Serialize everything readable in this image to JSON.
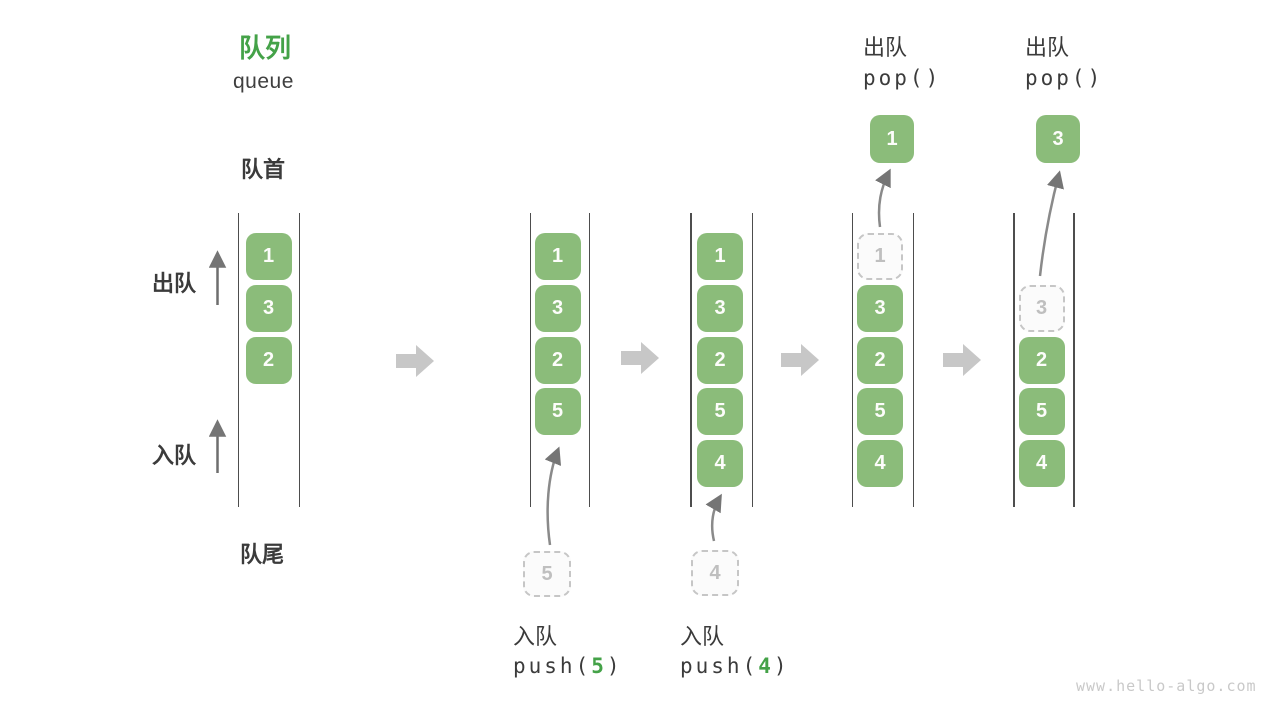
{
  "header": {
    "title_zh": "队列",
    "title_en": "queue"
  },
  "side_labels": {
    "front": "队首",
    "rear": "队尾",
    "dequeue": "出队",
    "enqueue": "入队"
  },
  "watermark": "www.hello-algo.com",
  "colors": {
    "accent_green": "#44a248",
    "box_green": "#8bbc7a",
    "dashed_gray": "#c6c6c6",
    "text_dark": "#3b3b3b",
    "flow_arrow_gray": "#c7c7c7",
    "curve_arrow_gray": "#8a8a8a"
  },
  "columns": [
    {
      "id": "state-initial",
      "boxes": [
        {
          "slot": 0,
          "value": "1",
          "style": "solid"
        },
        {
          "slot": 1,
          "value": "3",
          "style": "solid"
        },
        {
          "slot": 2,
          "value": "2",
          "style": "solid"
        }
      ]
    },
    {
      "id": "state-push-5",
      "boxes": [
        {
          "slot": 0,
          "value": "1",
          "style": "solid"
        },
        {
          "slot": 1,
          "value": "3",
          "style": "solid"
        },
        {
          "slot": 2,
          "value": "2",
          "style": "solid"
        },
        {
          "slot": 3,
          "value": "5",
          "style": "solid"
        }
      ],
      "staging": {
        "value": "5"
      },
      "op": {
        "line1": "入队",
        "func": "push(",
        "arg": "5",
        "close": ")"
      }
    },
    {
      "id": "state-push-4",
      "boxes": [
        {
          "slot": 0,
          "value": "1",
          "style": "solid"
        },
        {
          "slot": 1,
          "value": "3",
          "style": "solid"
        },
        {
          "slot": 2,
          "value": "2",
          "style": "solid"
        },
        {
          "slot": 3,
          "value": "5",
          "style": "solid"
        },
        {
          "slot": 4,
          "value": "4",
          "style": "solid"
        }
      ],
      "staging": {
        "value": "4"
      },
      "op": {
        "line1": "入队",
        "func": "push(",
        "arg": "4",
        "close": ")"
      }
    },
    {
      "id": "state-pop-1",
      "boxes": [
        {
          "slot": 0,
          "value": "1",
          "style": "dashed"
        },
        {
          "slot": 1,
          "value": "3",
          "style": "solid"
        },
        {
          "slot": 2,
          "value": "2",
          "style": "solid"
        },
        {
          "slot": 3,
          "value": "5",
          "style": "solid"
        },
        {
          "slot": 4,
          "value": "4",
          "style": "solid"
        }
      ],
      "popped": {
        "value": "1"
      },
      "op": {
        "line1": "出队",
        "func": "pop()"
      }
    },
    {
      "id": "state-pop-2",
      "boxes": [
        {
          "slot": 1,
          "value": "3",
          "style": "dashed"
        },
        {
          "slot": 2,
          "value": "2",
          "style": "solid"
        },
        {
          "slot": 3,
          "value": "5",
          "style": "solid"
        },
        {
          "slot": 4,
          "value": "4",
          "style": "solid"
        }
      ],
      "popped": {
        "value": "3"
      },
      "op": {
        "line1": "出队",
        "func": "pop()"
      }
    }
  ]
}
